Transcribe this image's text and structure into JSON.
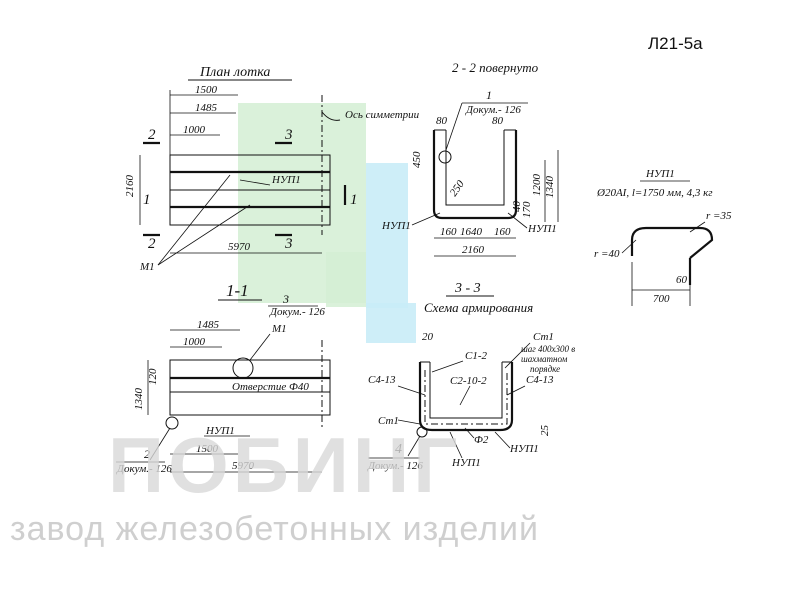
{
  "sheet_code": "Л21-5а",
  "watermark": {
    "brand": "ПОБИНГ",
    "tagline": "завод железобетонных изделий",
    "colors": {
      "green": "#cfeccf",
      "blue": "#c9ecf7",
      "gray": "#d9d9d9"
    }
  },
  "plan": {
    "title": "План лотка",
    "dims": [
      "1500",
      "1485",
      "1000",
      "2160",
      "5970"
    ],
    "axis": "Ось симметрии",
    "part": "НУП1",
    "mark": "М1",
    "sections": [
      "2",
      "2",
      "3",
      "3",
      "1",
      "1"
    ]
  },
  "section_22": {
    "title": "2 - 2 повернуто",
    "callout_num": "1",
    "callout_doc": "Докум.- 126",
    "dims": [
      "80",
      "80",
      "450",
      "1200",
      "1340",
      "40",
      "170",
      "160",
      "1640",
      "160",
      "2160",
      "250"
    ],
    "parts": [
      "НУП1",
      "НУП1"
    ]
  },
  "nup1": {
    "title": "НУП1",
    "spec": "Ø20AI, l=1750 мм, 4,3 кг",
    "r1": "r =35",
    "r2": "r =40",
    "dims": [
      "60",
      "700"
    ]
  },
  "section_11": {
    "title": "1-1",
    "callout_num": "3",
    "callout_doc": "Докум.- 126",
    "mark": "М1",
    "dims": [
      "1485",
      "1000",
      "1340",
      "120",
      "1500",
      "5970"
    ],
    "hole": "Отверстие Ф40",
    "part": "НУП1",
    "callout2_num": "2",
    "callout2_doc": "Докум.- 126"
  },
  "section_33": {
    "title": "3 - 3",
    "subtitle": "Схема армирования",
    "dim": "20",
    "bars": [
      "Ст1",
      "С1-2",
      "С2-10-2",
      "С4-13",
      "С4-13",
      "Ст1",
      "Ф2",
      "НУП1",
      "НУП1"
    ],
    "note_lines": [
      "шаг 400х300 в",
      "шахматном",
      "порядке"
    ],
    "callout_num": "4",
    "callout_doc": "Докум.- 126",
    "side_dim": "25"
  }
}
